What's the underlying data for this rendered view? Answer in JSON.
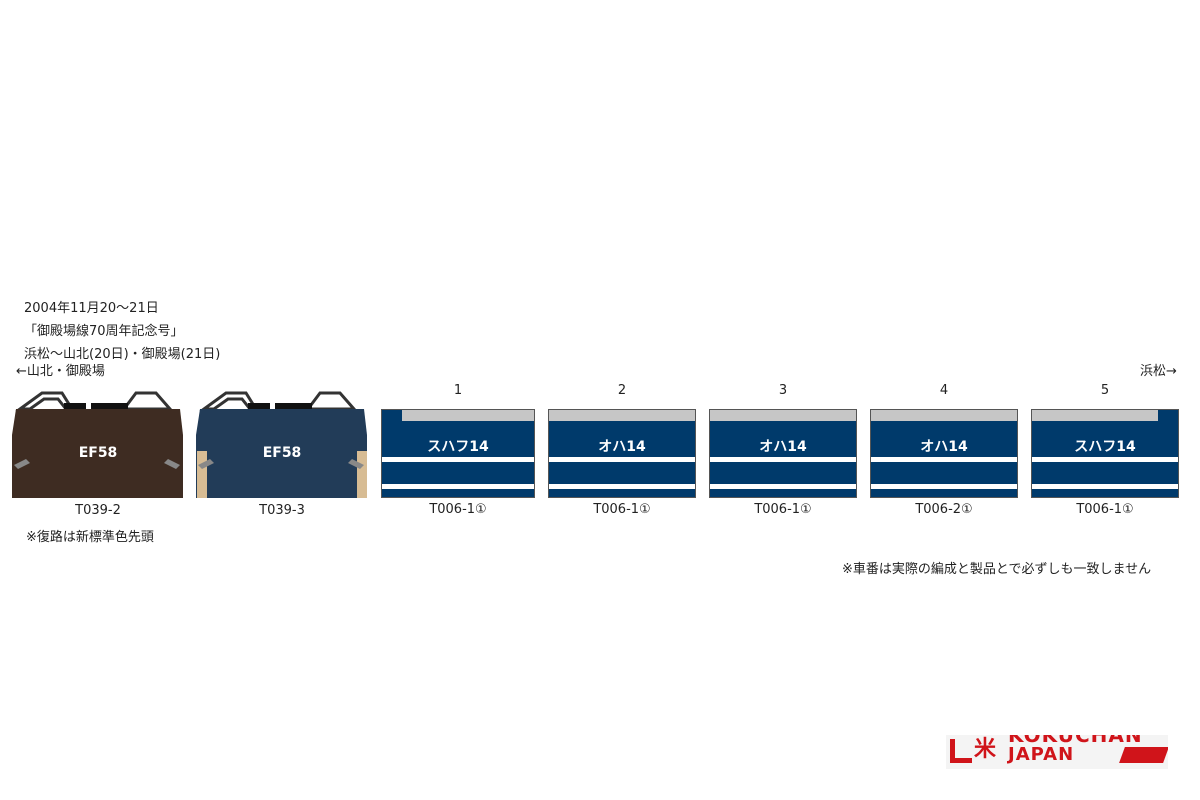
{
  "header": {
    "date": "2004年11月20～21日",
    "train_name": "「御殿場線70周年記念号」",
    "route": "浜松～山北(20日)・御殿場(21日)",
    "direction_left": "←山北・御殿場",
    "direction_right": "浜松→"
  },
  "locomotives": [
    {
      "name": "EF58",
      "code": "T039-2",
      "color": "#3e2c22"
    },
    {
      "name": "EF58",
      "code": "T039-3",
      "color": "#223c58"
    }
  ],
  "loco_note": "※復路は新標準色先頭",
  "cars": [
    {
      "number": "1",
      "name": "スハフ14",
      "code": "T006-1①"
    },
    {
      "number": "2",
      "name": "オハ14",
      "code": "T006-1①"
    },
    {
      "number": "3",
      "name": "オハ14",
      "code": "T006-1①"
    },
    {
      "number": "4",
      "name": "オハ14",
      "code": "T006-2①"
    },
    {
      "number": "5",
      "name": "スハフ14",
      "code": "T006-1①"
    }
  ],
  "footnote": "※車番は実際の編成と製品とで必ずしも一致しません",
  "logo": {
    "text_top": "KOKUCHAN",
    "text_bottom": "JAPAN",
    "color": "#d0141a"
  }
}
